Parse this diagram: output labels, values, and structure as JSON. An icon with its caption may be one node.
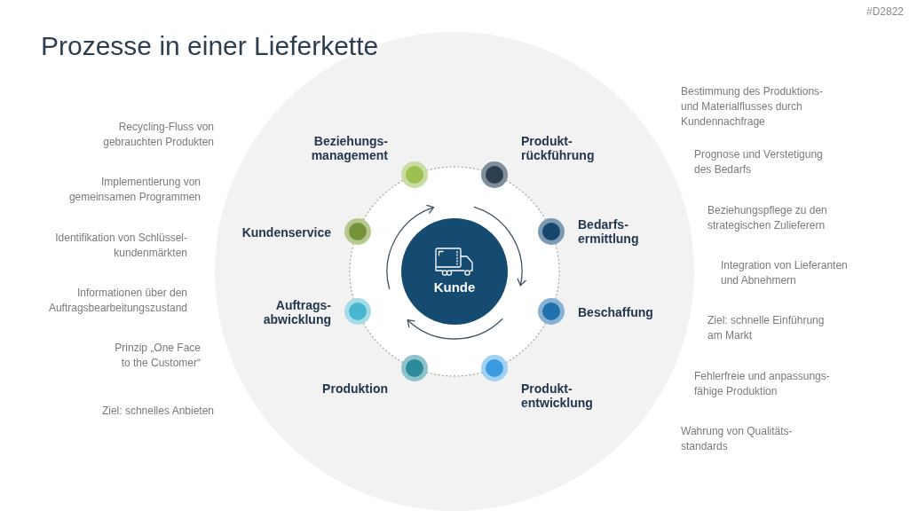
{
  "diagram": {
    "title": "Prozesse in einer Lieferkette",
    "nodes": [
      {
        "text": [
          "Kunde"
        ]
      },
      {
        "text": [],
        "shape": "circle",
        "beside": [
          "Beziehungs- management"
        ]
      },
      {
        "text": [],
        "shape": "circle",
        "beside": [
          "Produkt- rückführung"
        ]
      },
      {
        "text": [],
        "shape": "circle",
        "beside": [
          "Bedarfs- ermittlung"
        ]
      },
      {
        "text": [],
        "shape": "circle",
        "beside": [
          "Beschaffung"
        ]
      },
      {
        "text": [],
        "shape": "circle",
        "beside": [
          "Produkt- entwicklung"
        ]
      },
      {
        "text": [],
        "shape": "circle",
        "beside": [
          "Produktion"
        ]
      },
      {
        "text": [],
        "shape": "circle",
        "beside": [
          "Auftrags- abwicklung"
        ]
      },
      {
        "text": [],
        "shape": "circle",
        "beside": [
          "Kundenservice"
        ]
      }
    ],
    "edges": [
      {
        "from": 1,
        "to": 2,
        "arrow": "none",
        "style": "dashed"
      },
      {
        "from": 2,
        "to": 3,
        "arrow": "none",
        "style": "dashed"
      },
      {
        "from": 3,
        "to": 4,
        "arrow": "none",
        "style": "dashed"
      },
      {
        "from": 4,
        "to": 5,
        "arrow": "none",
        "style": "dashed"
      },
      {
        "from": 5,
        "to": 6,
        "arrow": "none",
        "style": "dashed"
      },
      {
        "from": 6,
        "to": 7,
        "arrow": "none",
        "style": "dashed"
      },
      {
        "from": 7,
        "to": 8,
        "arrow": "none",
        "style": "dashed"
      },
      {
        "from": 8,
        "to": 1,
        "arrow": "none",
        "style": "dashed"
      }
    ],
    "labels": [
      "#D2822",
      "Recycling-Fluss von gebrauchten Produkten",
      "Implementierung von gemeinsamen Programmen",
      "Identifikation von Schlüssel- kundenmärkten",
      "Informationen über den Auftragsbearbeitungszustand",
      "Prinzip „One Face to the Customer“",
      "Ziel: schnelles Anbieten",
      "Bestimmung des Produktions- und Materialflusses durch Kundennachfrage",
      "Prognose und Verstetigung des Bedarfs",
      "Beziehungspflege zu den strategischen Zulieferern",
      "Integration von Lieferanten und Abnehmern",
      "Ziel: schnelle Einführung am Markt",
      "Fehlerfreie und anpassungs- fähige Produktion",
      "Wahrung von Qualitäts- standards"
    ]
  }
}
